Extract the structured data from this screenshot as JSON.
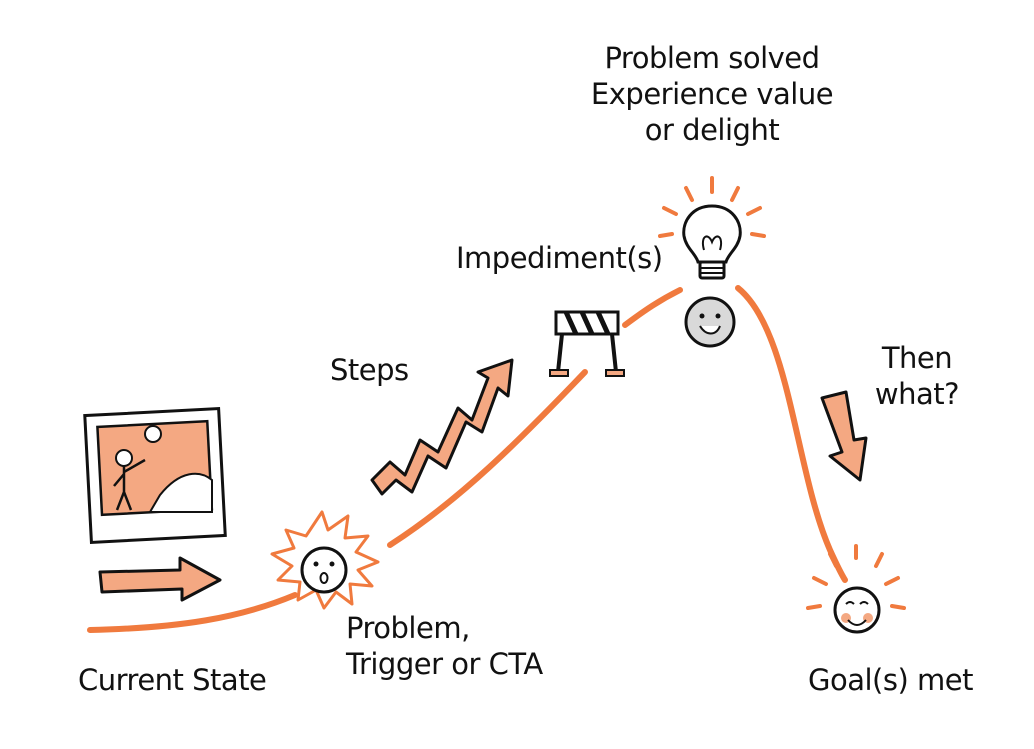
{
  "labels": {
    "current_state": "Current State",
    "problem_line1": "Problem,",
    "problem_line2": "Trigger or CTA",
    "steps": "Steps",
    "impediments": "Impediment(s)",
    "solved_line1": "Problem solved",
    "solved_line2": "Experience value",
    "solved_line3": "or delight",
    "then_what_line1": "Then",
    "then_what_line2": "what?",
    "goal": "Goal(s) met"
  },
  "colors": {
    "accent": "#f07a3e",
    "accent_fill": "#f4a882",
    "ink": "#111111",
    "face_gray": "#d9d9d9"
  },
  "icons": [
    "picture-frame-icon",
    "right-arrow-icon",
    "burst-face-icon",
    "zigzag-arrow-icon",
    "barrier-icon",
    "lightbulb-icon",
    "smiling-face-icon",
    "down-arrow-icon",
    "happy-face-icon"
  ]
}
